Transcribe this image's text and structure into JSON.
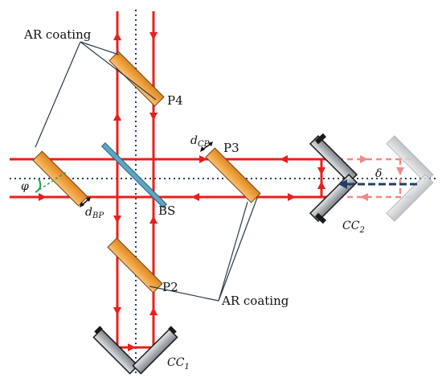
{
  "labels": {
    "ar_coating_top": "AR coating",
    "ar_coating_bottom": "AR coating",
    "p4": "P4",
    "p3": "P3",
    "p2": "P2",
    "bs": "BS",
    "phi": "φ",
    "delta": "δ",
    "d_bp_main": "d",
    "d_bp_sub": "BP",
    "d_cp_main": "d",
    "d_cp_sub": "CP",
    "cc1_main": "CC",
    "cc1_sub": "1",
    "cc2_main": "CC",
    "cc2_sub": "2"
  },
  "colors": {
    "beam": "#e8201c",
    "beam_faded": "#f08a86",
    "axis_dots": "#1f3f66",
    "plate_fill": "#f0a13c",
    "plate_edge": "#6a4312",
    "beamsplitter": "#5aa7c8",
    "reflector_fill": "#9ea3a8",
    "reflector_edge": "#1a1a1a",
    "angle_arc": "#22a04a",
    "leader_line": "#2a3a4a"
  }
}
